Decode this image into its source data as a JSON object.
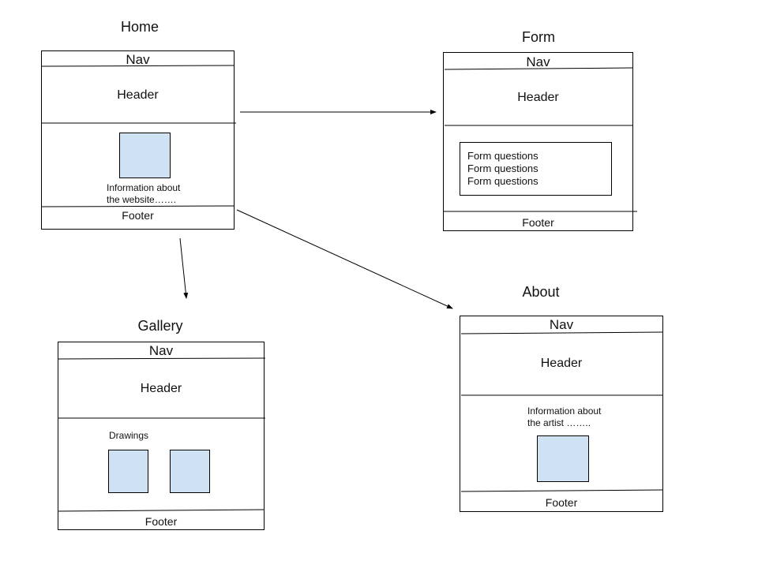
{
  "pages": {
    "home": {
      "title": "Home",
      "nav": "Nav",
      "header": "Header",
      "info_lines": [
        "Information about",
        "the website……."
      ],
      "footer": "Footer"
    },
    "form": {
      "title": "Form",
      "nav": "Nav",
      "header": "Header",
      "questions": [
        "Form questions",
        "Form questions",
        "Form questions"
      ],
      "footer": "Footer"
    },
    "gallery": {
      "title": "Gallery",
      "nav": "Nav",
      "header": "Header",
      "drawings_label": "Drawings",
      "footer": "Footer"
    },
    "about": {
      "title": "About",
      "nav": "Nav",
      "header": "Header",
      "info_lines": [
        "Information about",
        "the artist …….."
      ],
      "footer": "Footer"
    }
  },
  "links": [
    {
      "from": "home",
      "to": "form"
    },
    {
      "from": "home",
      "to": "gallery"
    },
    {
      "from": "home",
      "to": "about"
    }
  ],
  "colors": {
    "placeholder_fill": "#cfe2f3",
    "stroke": "#000000"
  }
}
